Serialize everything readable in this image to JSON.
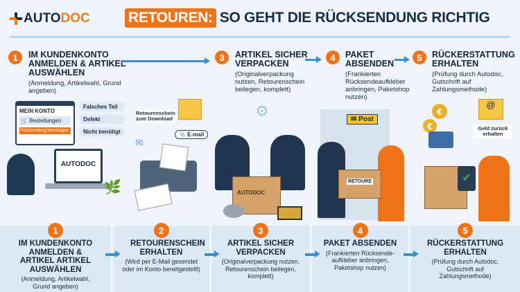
{
  "header": {
    "logo_auto": "AUTO",
    "logo_doc": "DOC",
    "title_badge": "RETOUREN:",
    "title_rest": "SO GEHT DIE RÜCKSENDUNG RICHTIG"
  },
  "colors": {
    "accent": "#ef7318",
    "arrow": "#3b8fd0",
    "dark": "#15263a",
    "bottom_panel": "#dce9f4"
  },
  "top_steps": [
    {
      "num": "1",
      "title": "IM KUNDENKONTO ANMELDEN & ARTIKEL AUSWÄHLEN",
      "desc": "(Anmeldung, Artikelwahl, Grund angeben)"
    },
    {
      "num": "3",
      "title": "ARTIKEL SICHER VERPACKEN",
      "desc": "(Originalverpackung nutzen, Retourenschein beilegen, komplett)"
    },
    {
      "num": "4",
      "title": "PAKET ABSENDEN",
      "desc": "(Frankierten Rücksendeaufkleber anbringen, Paketshop nutzen)"
    },
    {
      "num": "5",
      "title": "RÜCKERSTATTUNG ERHALTEN",
      "desc": "(Prüfung durch Autodoc, Gutschrift auf Zahlungsmethode)"
    }
  ],
  "illustration": {
    "account_menu": {
      "title": "MEIN KONTO",
      "orders": "Bestellungen",
      "action": "Rücksendung beantragen"
    },
    "reasons": [
      "Falsches Teil",
      "Defekt",
      "Nicht benötigt"
    ],
    "laptop_brand": "AUTODOC",
    "download_label": "Retourenschein zum Download",
    "email_chip": "E-mail",
    "box_brand": "AUTODOC",
    "parcel_label": "RETOURE",
    "post_sign": "Post",
    "refund_label": "Geld zurück erhalten",
    "currency": "€"
  },
  "bottom_steps": [
    {
      "num": "1",
      "title": "IM KUNDENKONTO ANMELDEN & ARTIKEL ARTIKEL AUSWÄHLEN",
      "desc": "(Anmeldung, Artikelwahl, Grund angeben)"
    },
    {
      "num": "2",
      "title": "RETOURENSCHEIN ERHALTEN",
      "desc": "(Wird per E-Mail gesendet oder im Konto bereitgestellt)"
    },
    {
      "num": "3",
      "title": "ARTIKEL SICHER VERPACKEN",
      "desc": "(Originalverpackung nutzen, Retourenschein beilegen, komplett)"
    },
    {
      "num": "4",
      "title": "PAKET ABSENDEN",
      "desc": "(Frankierten Rücksende-aufkleber anbringen, Paketshop nutzen)"
    },
    {
      "num": "5",
      "title": "RÜCKERSTATTUNG ERHALTEN",
      "desc": "(Prüfung durch Autodoc, Gutschrift auf Zahlungsmethode)"
    }
  ]
}
